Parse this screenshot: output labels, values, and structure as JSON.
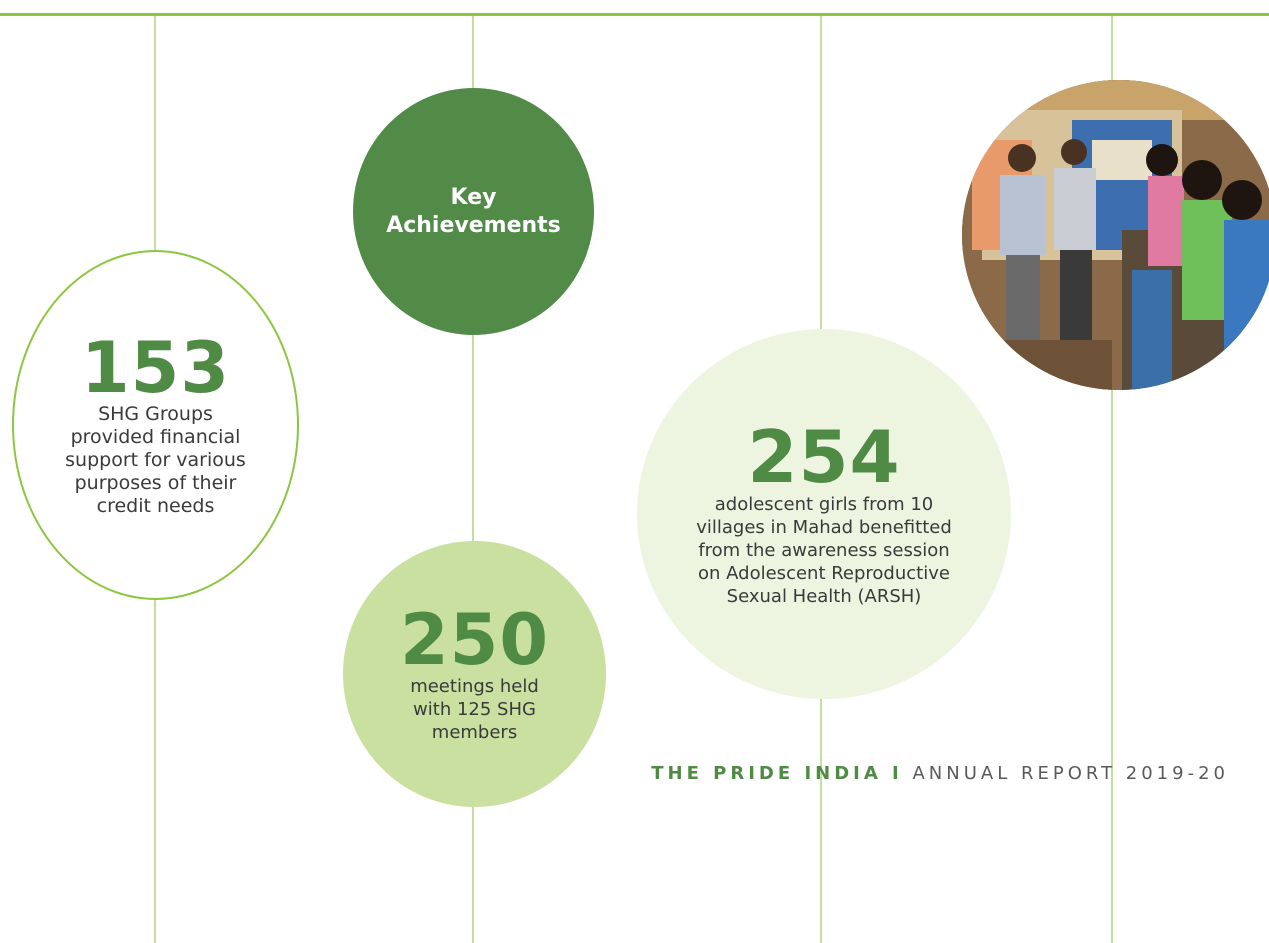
{
  "key_circle": {
    "title": "Key Achievements"
  },
  "stat_153": {
    "number": "153",
    "text": "SHG Groups provided financial support for various purposes of their credit needs"
  },
  "stat_250": {
    "number": "250",
    "text": "meetings held with 125 SHG members"
  },
  "stat_254": {
    "number": "254",
    "text": "adolescent girls from 10 villages in Mahad benefitted from the awareness session on Adolescent Reproductive Sexual Health (ARSH)"
  },
  "footer": {
    "org": "THE PRIDE INDIA I",
    "report": "ANNUAL REPORT 2019-20"
  },
  "colors": {
    "accent": "#8cc63f",
    "dark_green": "#518b47",
    "light_green": "#c9e0a0",
    "pale_green": "#edf4df"
  }
}
